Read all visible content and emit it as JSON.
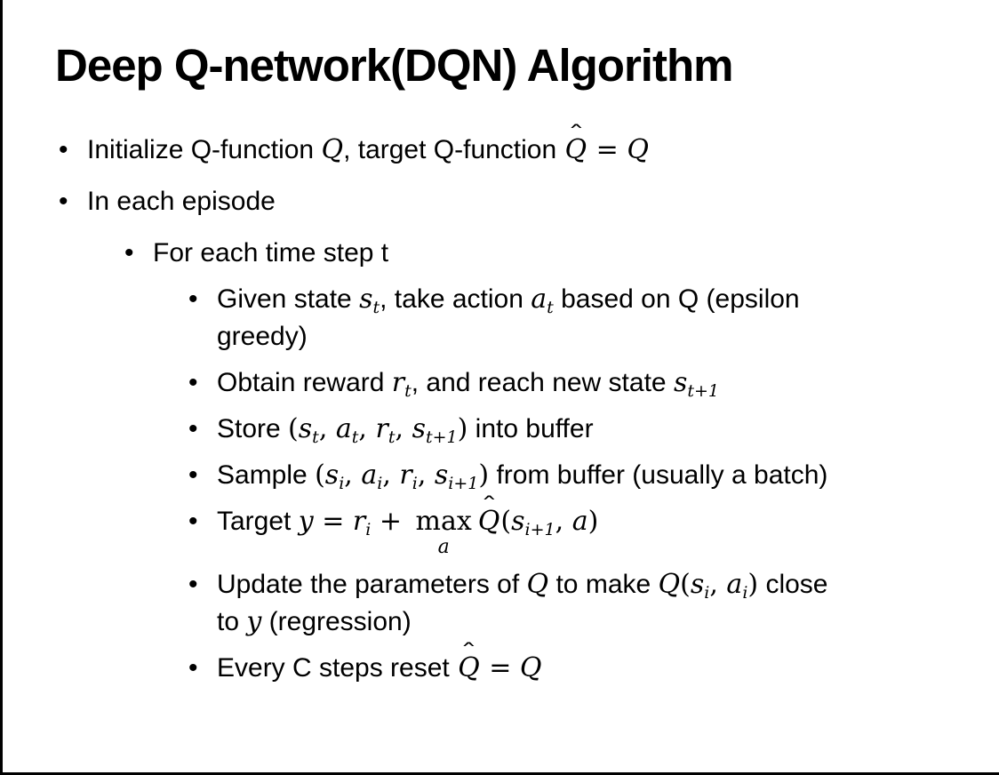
{
  "colors": {
    "background": "#ffffff",
    "text": "#000000",
    "frame": "#000000"
  },
  "slide": {
    "title": "Deep Q-network(DQN) Algorithm",
    "bullet_char": "•",
    "hat": "ˆ",
    "bullets": [
      {
        "level": 1,
        "segs": [
          {
            "t": "Initialize Q-function "
          },
          {
            "v": "Q"
          },
          {
            "t": ", target Q-function "
          },
          {
            "h": "Q"
          },
          {
            "m": " = "
          },
          {
            "v": "Q"
          }
        ]
      },
      {
        "level": 1,
        "segs": [
          {
            "t": "In each episode"
          }
        ]
      },
      {
        "level": 2,
        "segs": [
          {
            "t": "For each time step t"
          }
        ]
      },
      {
        "level": 3,
        "segs": [
          {
            "t": "Given state "
          },
          {
            "v": "s"
          },
          {
            "s": "t"
          },
          {
            "t": ", take action "
          },
          {
            "v": "a"
          },
          {
            "s": "t"
          },
          {
            "t": " based on Q (epsilon"
          },
          {
            "br": true
          },
          {
            "t": "greedy)"
          }
        ]
      },
      {
        "level": 3,
        "segs": [
          {
            "t": "Obtain reward "
          },
          {
            "v": "r"
          },
          {
            "s": "t"
          },
          {
            "t": ", and reach new state "
          },
          {
            "v": "s"
          },
          {
            "s": "t+1"
          }
        ]
      },
      {
        "level": 3,
        "segs": [
          {
            "t": "Store "
          },
          {
            "m": "("
          },
          {
            "v": "s"
          },
          {
            "s": "t"
          },
          {
            "m": ", "
          },
          {
            "v": "a"
          },
          {
            "s": "t"
          },
          {
            "m": ", "
          },
          {
            "v": "r"
          },
          {
            "s": "t"
          },
          {
            "m": ", "
          },
          {
            "v": "s"
          },
          {
            "s": "t+1"
          },
          {
            "m": ")"
          },
          {
            "t": " into buffer"
          }
        ]
      },
      {
        "level": 3,
        "segs": [
          {
            "t": "Sample "
          },
          {
            "m": "("
          },
          {
            "v": "s"
          },
          {
            "s": "i"
          },
          {
            "m": ", "
          },
          {
            "v": "a"
          },
          {
            "s": "i"
          },
          {
            "m": ", "
          },
          {
            "v": "r"
          },
          {
            "s": "i"
          },
          {
            "m": ", "
          },
          {
            "v": "s"
          },
          {
            "s": "i+1"
          },
          {
            "m": ")"
          },
          {
            "t": " from buffer (usually a batch)"
          }
        ]
      },
      {
        "level": 3,
        "segs": [
          {
            "t": "Target "
          },
          {
            "v": "y"
          },
          {
            "m": " = "
          },
          {
            "v": "r"
          },
          {
            "s": "i"
          },
          {
            "m": " + "
          },
          {
            "u": {
              "top": "max",
              "bot": "a"
            }
          },
          {
            "h": "Q"
          },
          {
            "m": "("
          },
          {
            "v": "s"
          },
          {
            "s": "i+1"
          },
          {
            "m": ", "
          },
          {
            "v": "a"
          },
          {
            "m": ")"
          }
        ]
      },
      {
        "level": 3,
        "segs": [
          {
            "t": "Update the parameters of "
          },
          {
            "v": "Q"
          },
          {
            "t": " to make "
          },
          {
            "v": "Q"
          },
          {
            "m": "("
          },
          {
            "v": "s"
          },
          {
            "s": "i"
          },
          {
            "m": ", "
          },
          {
            "v": "a"
          },
          {
            "s": "i"
          },
          {
            "m": ")"
          },
          {
            "t": " close"
          },
          {
            "br": true
          },
          {
            "t": "to "
          },
          {
            "v": "y"
          },
          {
            "t": " (regression)"
          }
        ]
      },
      {
        "level": 3,
        "segs": [
          {
            "t": "Every C steps reset "
          },
          {
            "h": "Q"
          },
          {
            "m": " = "
          },
          {
            "v": "Q"
          }
        ]
      }
    ]
  }
}
